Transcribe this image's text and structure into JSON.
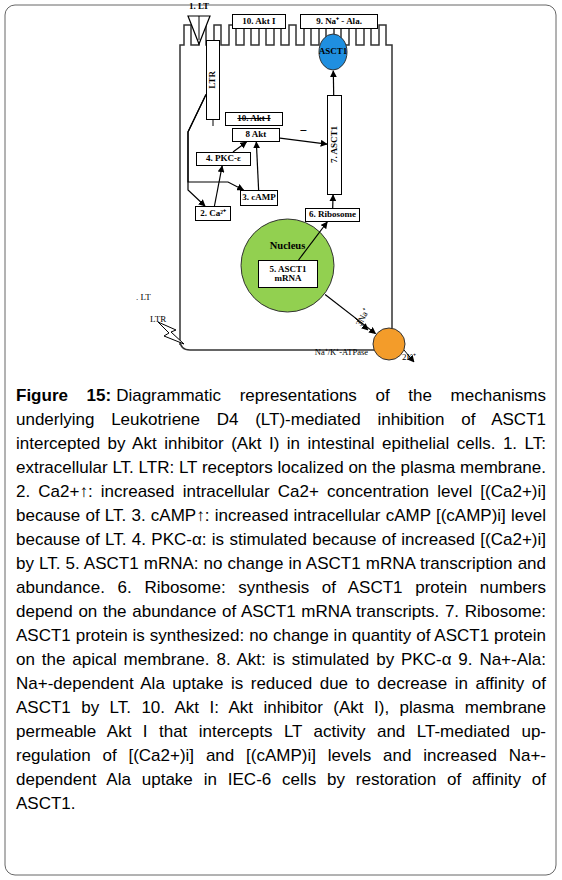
{
  "diagram": {
    "title": "Figure 15:",
    "caption": "Diagrammatic representations of the mechanisms underlying Leukotriene D4 (LT)-mediated inhibition of ASCT1 intercepted by Akt inhibitor (Akt I) in intestinal epithelial cells. 1. LT: extracellular LT. LTR: LT receptors localized on the plasma membrane. 2. Ca2+↑: increased intracellular Ca2+ concentration level [(Ca2+)i] because of LT. 3. cAMP↑: increased intracellular cAMP [(cAMP)i] level because of LT. 4. PKC-α: is stimulated because of increased [(Ca2+)i] by LT. 5. ASCT1 mRNA: no change in ASCT1 mRNA transcription and abundance. 6. Ribosome: synthesis of ASCT1 protein numbers depend on the abundance of ASCT1 mRNA transcripts. 7. Ribosome: ASCT1 protein is synthesized: no change in quantity of ASCT1 protein on the apical membrane. 8. Akt: is stimulated by PKC-α 9. Na+-Ala: Na+-dependent Ala uptake is reduced due to decrease in affinity of ASCT1 by LT. 10. Akt I: Akt inhibitor (Akt I), plasma membrane permeable Akt I that intercepts LT activity and LT-mediated up-regulation of [(Ca2+)i] and [(cAMP)i] levels and increased Na+-dependent Ala uptake in IEC-6 cells by restoration of affinity of ASCT1.",
    "nodes": [
      {
        "text": [
          "1. LT"
        ]
      },
      {
        "text": [
          "10. Akt I"
        ]
      },
      {
        "text": [
          "9. Na⁺ - Ala."
        ]
      },
      {
        "text": [
          "ASCT1"
        ]
      },
      {
        "text": [
          "LTR"
        ]
      },
      {
        "text": [
          "10. Akt I"
        ]
      },
      {
        "text": [
          "8 Akt"
        ]
      },
      {
        "text": [
          "4. PKC-ε"
        ]
      },
      {
        "text": [
          "7. ASCT1"
        ]
      },
      {
        "text": [
          "3. cAMP"
        ]
      },
      {
        "text": [
          "2. Ca²⁺"
        ]
      },
      {
        "text": [
          "6. Ribosome"
        ]
      },
      {
        "text": [
          "Nucleus"
        ]
      },
      {
        "text": [
          "5. ASCT1 mRNA"
        ],
        "in": 12
      },
      {
        "text": [
          "Na⁺/K⁺-ATPase"
        ]
      }
    ],
    "edges": [
      {
        "from": 4,
        "to": 10,
        "arrow": "to"
      },
      {
        "from": 4,
        "to": 9,
        "arrow": "to"
      },
      {
        "from": 10,
        "to": 7,
        "arrow": "to"
      },
      {
        "from": 9,
        "to": 6,
        "arrow": "to"
      },
      {
        "from": 7,
        "to": 6,
        "arrow": "to"
      },
      {
        "from": 6,
        "to": 8,
        "arrow": "to",
        "label": "−"
      },
      {
        "from": 8,
        "to": 3,
        "arrow": "to"
      },
      {
        "from": 11,
        "to": 8,
        "arrow": "to"
      },
      {
        "from": 13,
        "to": 11,
        "arrow": "to"
      },
      {
        "from": 12,
        "to": 14,
        "arrow": "to"
      }
    ],
    "labels": [
      ". LT",
      "LTR",
      "3Na⁺",
      "2K⁺"
    ]
  }
}
